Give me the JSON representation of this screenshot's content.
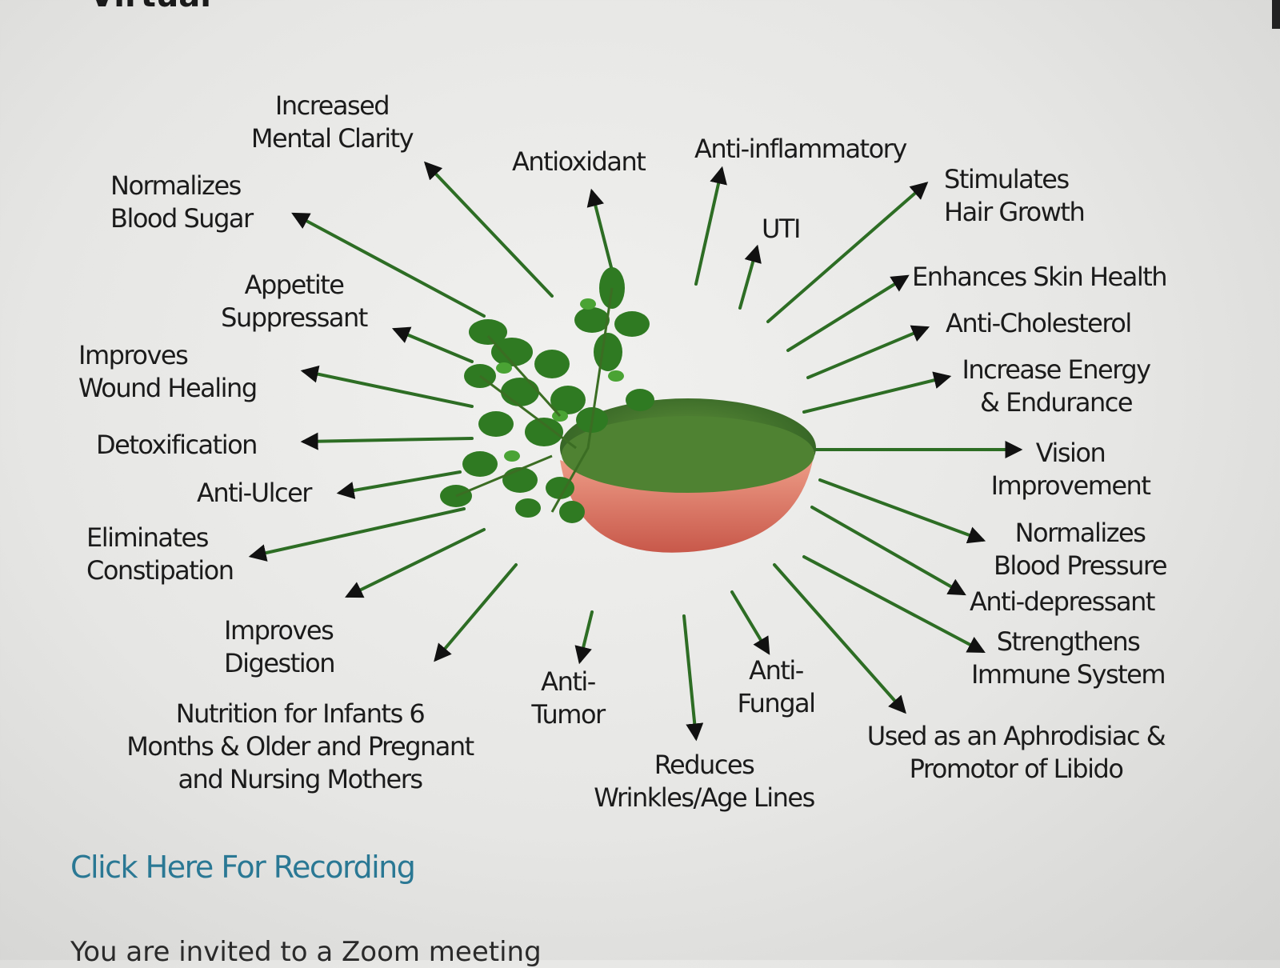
{
  "page": {
    "heading_partial": "Virtual",
    "link_text": "Click Here For Recording",
    "bottom_text_partial": "You are invited to a Zoom meeting"
  },
  "diagram": {
    "center_image": "moringa-leaves-and-powder-bowl",
    "arrow_colors": {
      "shaft": "#3d9a2a",
      "head": "#111111"
    },
    "labels": {
      "mental_clarity": "Increased\nMental Clarity",
      "antioxidant": "Antioxidant",
      "anti_inflammatory": "Anti-inflammatory",
      "uti": "UTI",
      "hair_growth": "Stimulates\nHair Growth",
      "blood_sugar": "Normalizes\nBlood Sugar",
      "appetite": "Appetite\nSuppressant",
      "wound_healing": "Improves\nWound Healing",
      "detox": "Detoxification",
      "anti_ulcer": "Anti-Ulcer",
      "constipation": "Eliminates\nConstipation",
      "digestion": "Improves\nDigestion",
      "nutrition": "Nutrition for Infants 6\nMonths & Older and Pregnant\nand Nursing Mothers",
      "anti_tumor": "Anti-\nTumor",
      "wrinkles": "Reduces\nWrinkles/Age Lines",
      "anti_fungal": "Anti-\nFungal",
      "aphrodisiac": "Used as an Aphrodisiac &\nPromotor of Libido",
      "skin_health": "Enhances Skin Health",
      "anti_cholesterol": "Anti-Cholesterol",
      "energy": "Increase Energy\n& Endurance",
      "vision": "Vision\nImprovement",
      "blood_pressure": "Normalizes\nBlood Pressure",
      "anti_depressant": "Anti-depressant",
      "immune": "Strengthens\nImmune System"
    }
  }
}
